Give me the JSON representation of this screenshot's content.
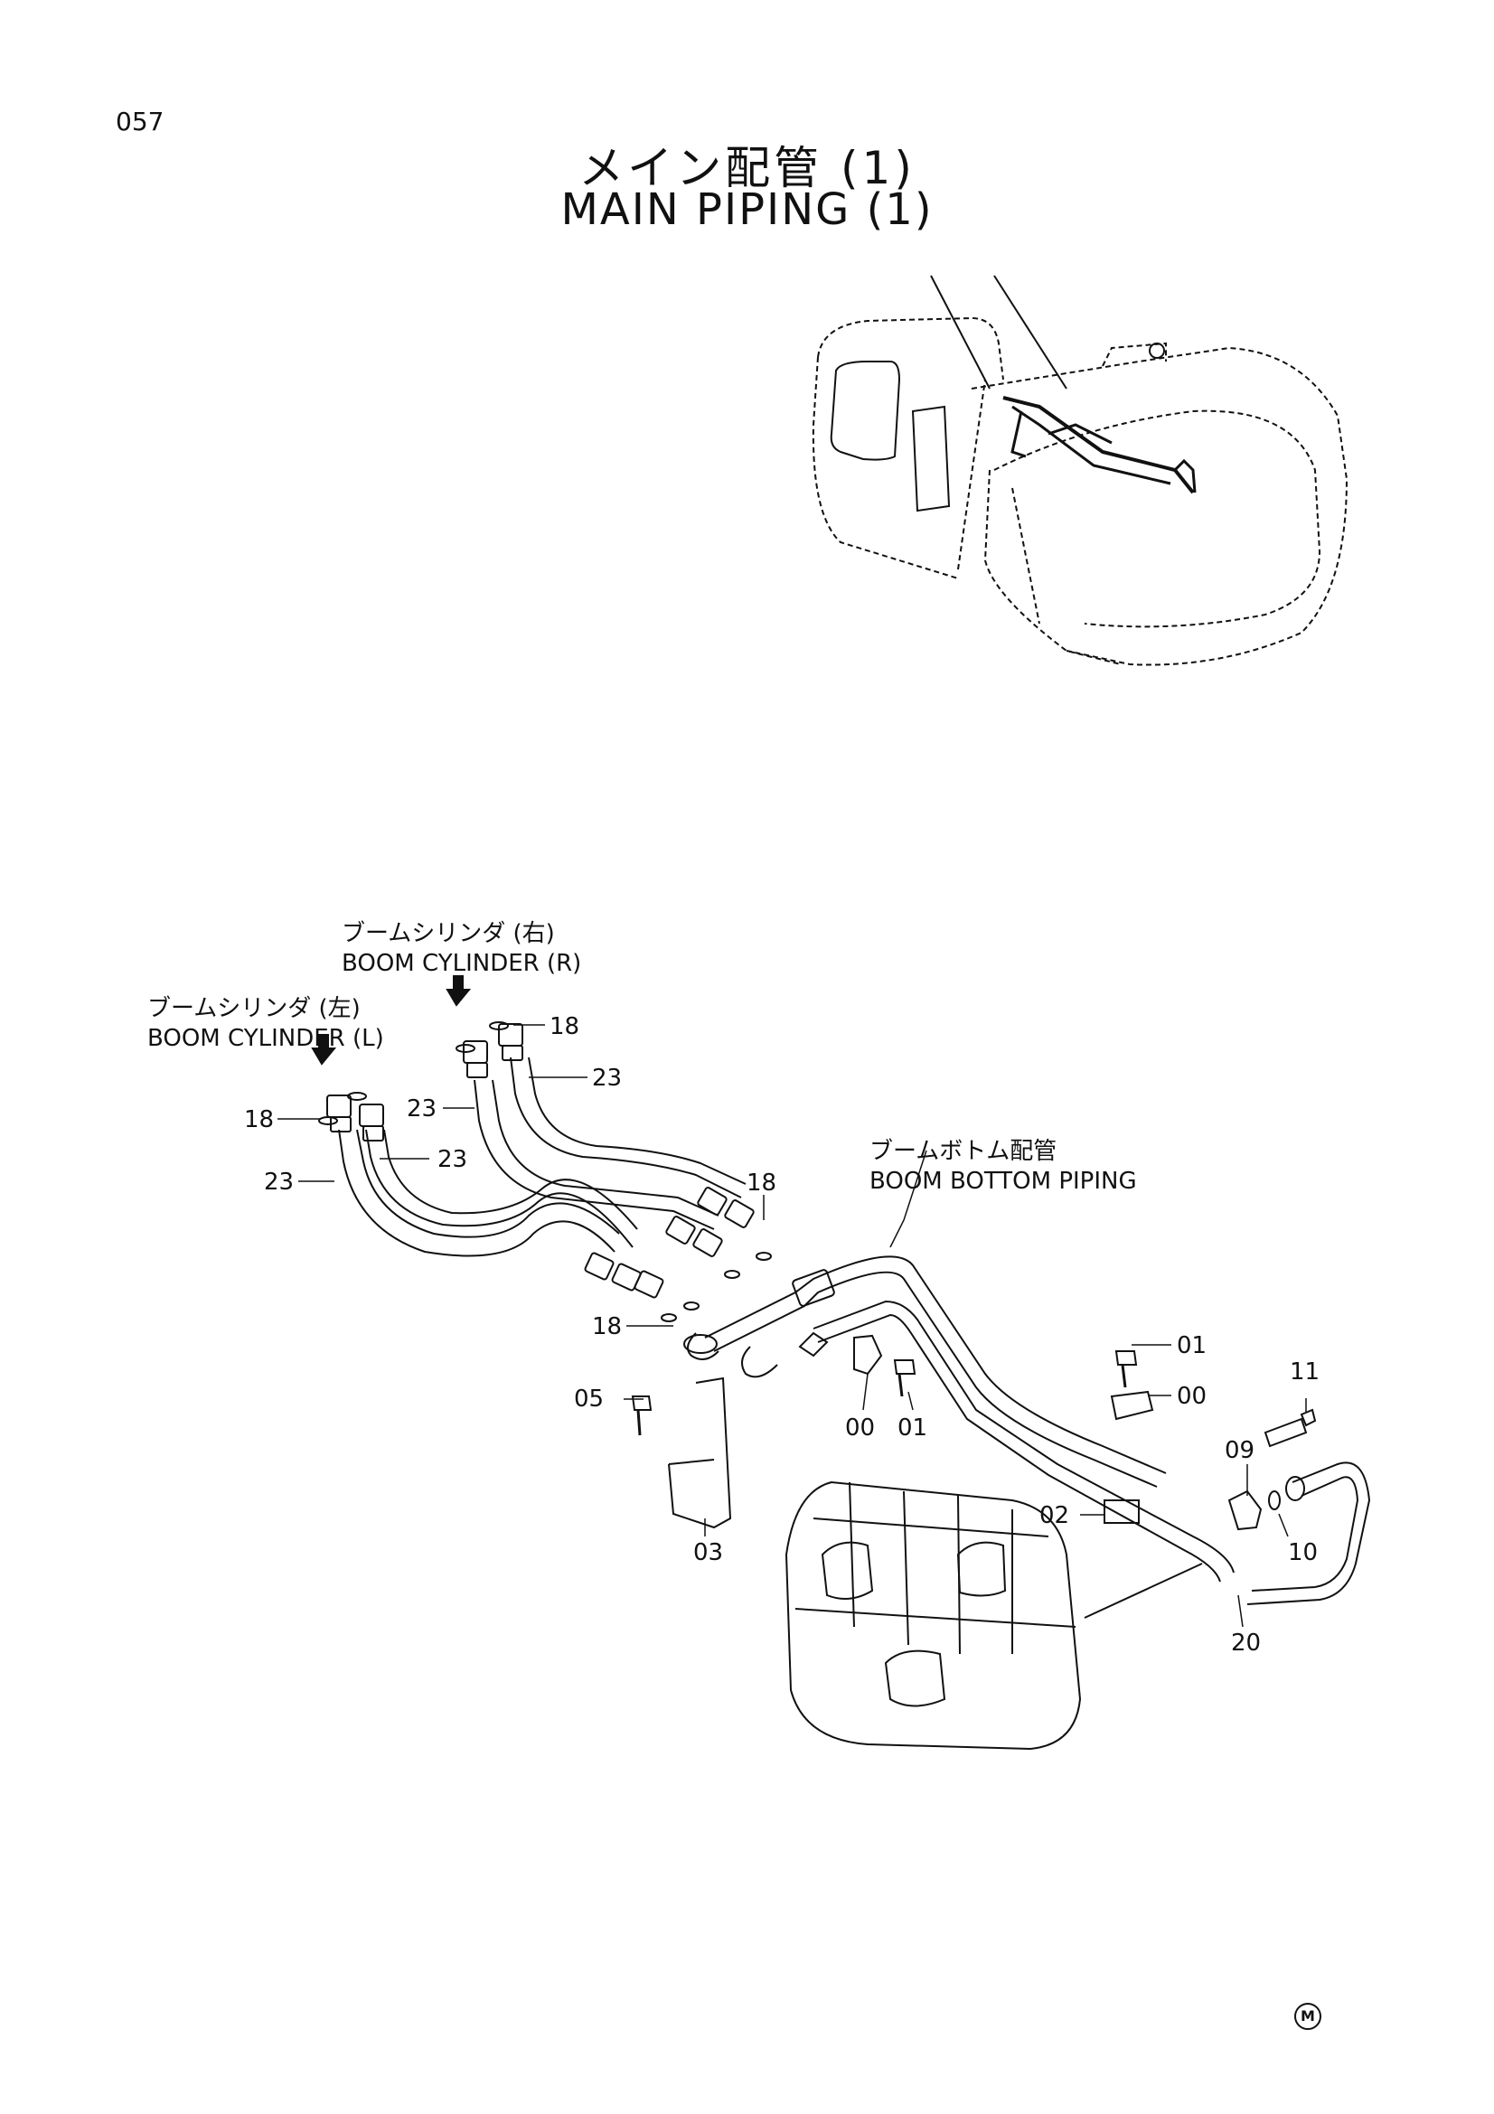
{
  "page_number": "057",
  "title": {
    "jp": "メイン配管 (1)",
    "en": "MAIN PIPING (1)"
  },
  "callouts": {
    "boom_cylinder_r": {
      "jp": "ブームシリンダ (右)",
      "en": "BOOM CYLINDER (R)"
    },
    "boom_cylinder_l": {
      "jp": "ブームシリンダ (左)",
      "en": "BOOM CYLINDER (L)"
    },
    "boom_bottom_piping": {
      "jp": "ブームボトム配管",
      "en": "BOOM BOTTOM PIPING"
    }
  },
  "part_labels": {
    "p18a": "18",
    "p23a": "23",
    "p23b": "23",
    "p18b": "18",
    "p23c": "23",
    "p23d": "23",
    "p18c": "18",
    "p18d": "18",
    "p01a": "01",
    "p00a": "00",
    "p11": "11",
    "p05": "05",
    "p00b": "00",
    "p01b": "01",
    "p09": "09",
    "p02": "02",
    "p10": "10",
    "p03": "03",
    "p20": "20"
  },
  "mark": "M"
}
